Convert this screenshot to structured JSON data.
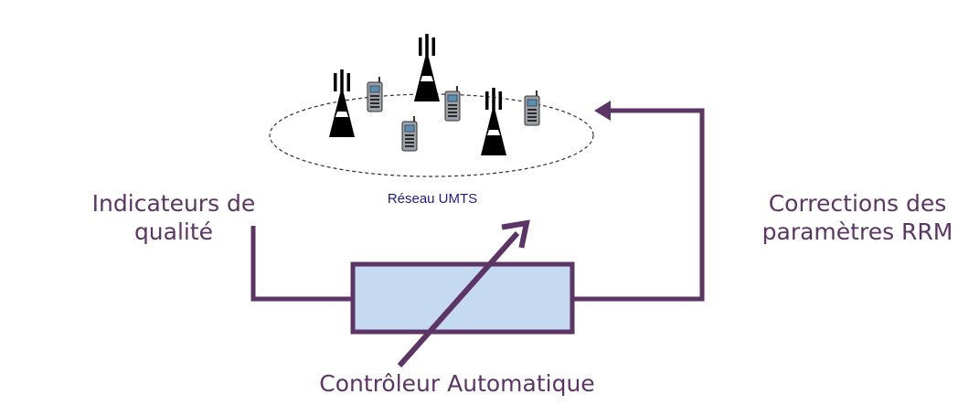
{
  "network": {
    "label": "Réseau UMTS",
    "antenna_count": 3,
    "phone_count": 4
  },
  "left_label": {
    "line1": "Indicateurs de",
    "line2": "qualité"
  },
  "right_label": {
    "line1": "Corrections des",
    "line2": "paramètres RRM"
  },
  "bottom_label": "Contrôleur Automatique",
  "colors": {
    "loop_line": "#5c3466",
    "text": "#5c3466",
    "controller_fill": "#c5d9f0",
    "network_label": "#1f1a8c",
    "antenna": "#000000",
    "phone_body": "#9aa0a6"
  },
  "icons": {
    "antenna": "antenna-tower-icon",
    "phone": "mobile-phone-icon"
  }
}
